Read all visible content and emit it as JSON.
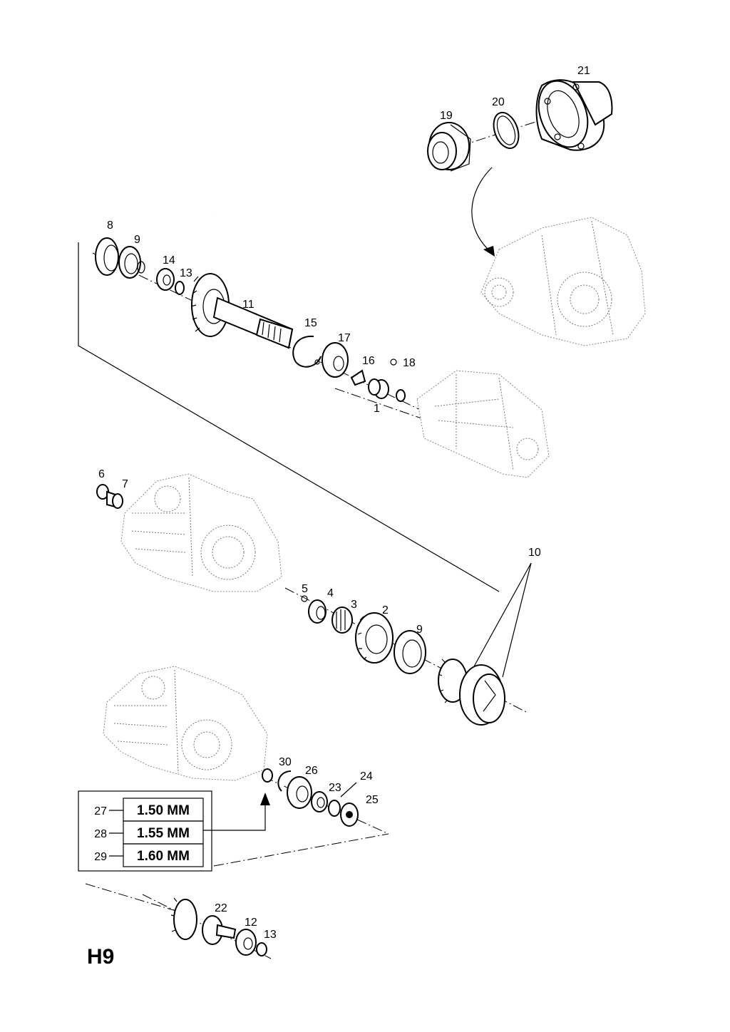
{
  "diagram_id": "H9",
  "callouts": {
    "c1": "1",
    "c2": "2",
    "c3": "3",
    "c4": "4",
    "c5": "5",
    "c6": "6",
    "c7": "7",
    "c8": "8",
    "c9a": "9",
    "c9b": "9",
    "c10": "10",
    "c11": "11",
    "c12": "12",
    "c13a": "13",
    "c13b": "13",
    "c14": "14",
    "c15": "15",
    "c16": "16",
    "c17": "17",
    "c18": "18",
    "c19": "19",
    "c20": "20",
    "c21": "21",
    "c22": "22",
    "c23": "23",
    "c24": "24",
    "c25": "25",
    "c26": "26",
    "c30": "30"
  },
  "shim_table": {
    "rows": [
      {
        "ref": "27",
        "value": "1.50 MM"
      },
      {
        "ref": "28",
        "value": "1.55 MM"
      },
      {
        "ref": "29",
        "value": "1.60 MM"
      }
    ]
  }
}
